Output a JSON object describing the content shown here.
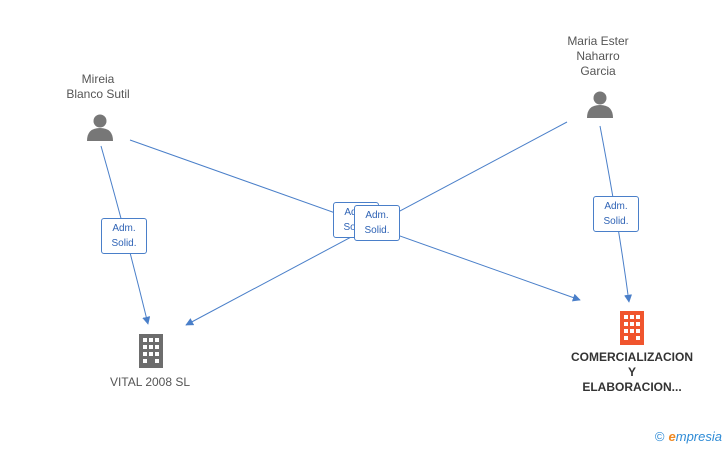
{
  "people": [
    {
      "lines": [
        "Mireia",
        "Blanco Sutil"
      ],
      "icon": "person-icon"
    },
    {
      "lines": [
        "Maria Ester",
        "Naharro",
        "Garcia"
      ],
      "icon": "person-icon"
    }
  ],
  "companies": [
    {
      "lines": [
        "VITAL 2008 SL"
      ],
      "icon": "building-icon",
      "color": "#6d6d6d"
    },
    {
      "lines": [
        "COMERCIALIZACION",
        "Y",
        "ELABORACION..."
      ],
      "icon": "building-icon",
      "color": "#f0552e"
    }
  ],
  "edge_label": {
    "line1": "Adm.",
    "line2": "Solid."
  },
  "colors": {
    "edge": "#4a7fc9",
    "person": "#777777"
  },
  "footer": {
    "copyright": "©",
    "brand_initial": "e",
    "brand_rest": "mpresia"
  }
}
